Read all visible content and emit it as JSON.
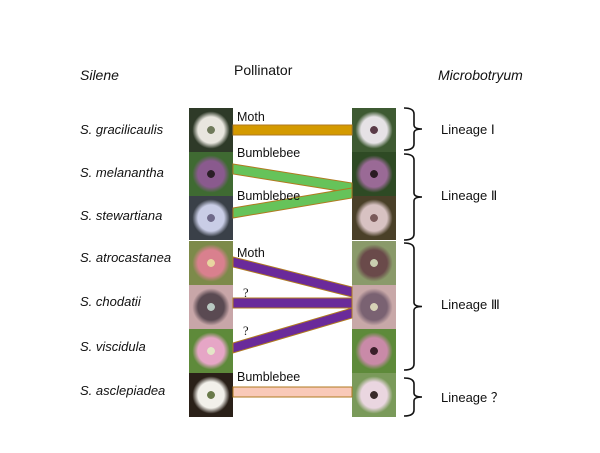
{
  "headers": {
    "host": "Silene",
    "pollinator": "Pollinator",
    "pathogen": "Microbotryum"
  },
  "species": [
    {
      "name": "S. gracilicaulis",
      "pollinator": "Moth",
      "band_color": "#d49a00",
      "lineage_index": 0,
      "photo_colors": [
        "#2e3a28",
        "#e8e6de",
        "#6f7a5a"
      ]
    },
    {
      "name": "S. melanantha",
      "pollinator": "Bumblebee",
      "band_color": "#66c35a",
      "lineage_index": 1,
      "photo_colors": [
        "#3f6a32",
        "#8a5a8e",
        "#2a1e26"
      ]
    },
    {
      "name": "S. stewartiana",
      "pollinator": "Bumblebee",
      "band_color": "#66c35a",
      "lineage_index": 1,
      "photo_colors": [
        "#3a4048",
        "#c9cde6",
        "#6f6a8a"
      ]
    },
    {
      "name": "S. atrocastanea",
      "pollinator": "Moth",
      "band_color": "#6a2a9a",
      "lineage_index": 2,
      "photo_colors": [
        "#7d8a4a",
        "#d9808e",
        "#e8d6a0"
      ]
    },
    {
      "name": "S. chodatii",
      "pollinator": "?",
      "band_color": "#6a2a9a",
      "lineage_index": 2,
      "photo_colors": [
        "#c8a6a8",
        "#5a4a52",
        "#b9c9c2"
      ]
    },
    {
      "name": "S. viscidula",
      "pollinator": "?",
      "band_color": "#6a2a9a",
      "lineage_index": 2,
      "photo_colors": [
        "#5e8a3a",
        "#e6a6c6",
        "#e4e6c8"
      ]
    },
    {
      "name": "S. asclepiadea",
      "pollinator": "Bumblebee",
      "band_color": "#f9c9b8",
      "lineage_index": 3,
      "photo_colors": [
        "#2a2018",
        "#f2f0ea",
        "#6a7a4a"
      ]
    }
  ],
  "pathogen_photos": [
    {
      "colors": [
        "#3e5a32",
        "#e6e2e6",
        "#5a3a48"
      ]
    },
    {
      "colors": [
        "#2e4a24",
        "#9a6a96",
        "#2a1a22"
      ]
    },
    {
      "colors": [
        "#4a4028",
        "#d8c2c2",
        "#7a5a5a"
      ]
    },
    {
      "colors": [
        "#8a9a6a",
        "#6a4a4a",
        "#c9cfb0"
      ]
    },
    {
      "colors": [
        "#c8a8a8",
        "#7a6272",
        "#d6d2b6"
      ]
    },
    {
      "colors": [
        "#5e8a3a",
        "#c98aa8",
        "#3a1e2a"
      ]
    },
    {
      "colors": [
        "#7a9a5a",
        "#ead6e0",
        "#3a2a2a"
      ]
    }
  ],
  "lineages": [
    {
      "label": "Lineage Ⅰ"
    },
    {
      "label": "Lineage Ⅱ"
    },
    {
      "label": "Lineage Ⅲ"
    },
    {
      "label": "Lineage ？"
    }
  ],
  "band_outline_color": "#b07a20"
}
